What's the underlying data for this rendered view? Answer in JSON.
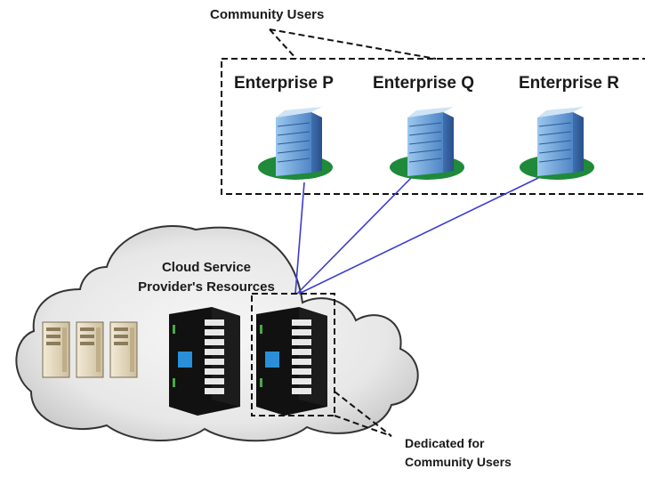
{
  "community_users_label": "Community Users",
  "enterprises": [
    {
      "label": "Enterprise P"
    },
    {
      "label": "Enterprise Q"
    },
    {
      "label": "Enterprise R"
    }
  ],
  "cloud": {
    "line1": "Cloud Service",
    "line2": "Provider's Resources"
  },
  "dedicated": {
    "line1": "Dedicated for",
    "line2": "Community Users"
  },
  "colors": {
    "link_line": "#3b3bd4",
    "building_base": "#1f8a3a",
    "cloud_fill": "#e6e6e6",
    "rack": "#111111",
    "rack_led": "#2a8fd8"
  }
}
